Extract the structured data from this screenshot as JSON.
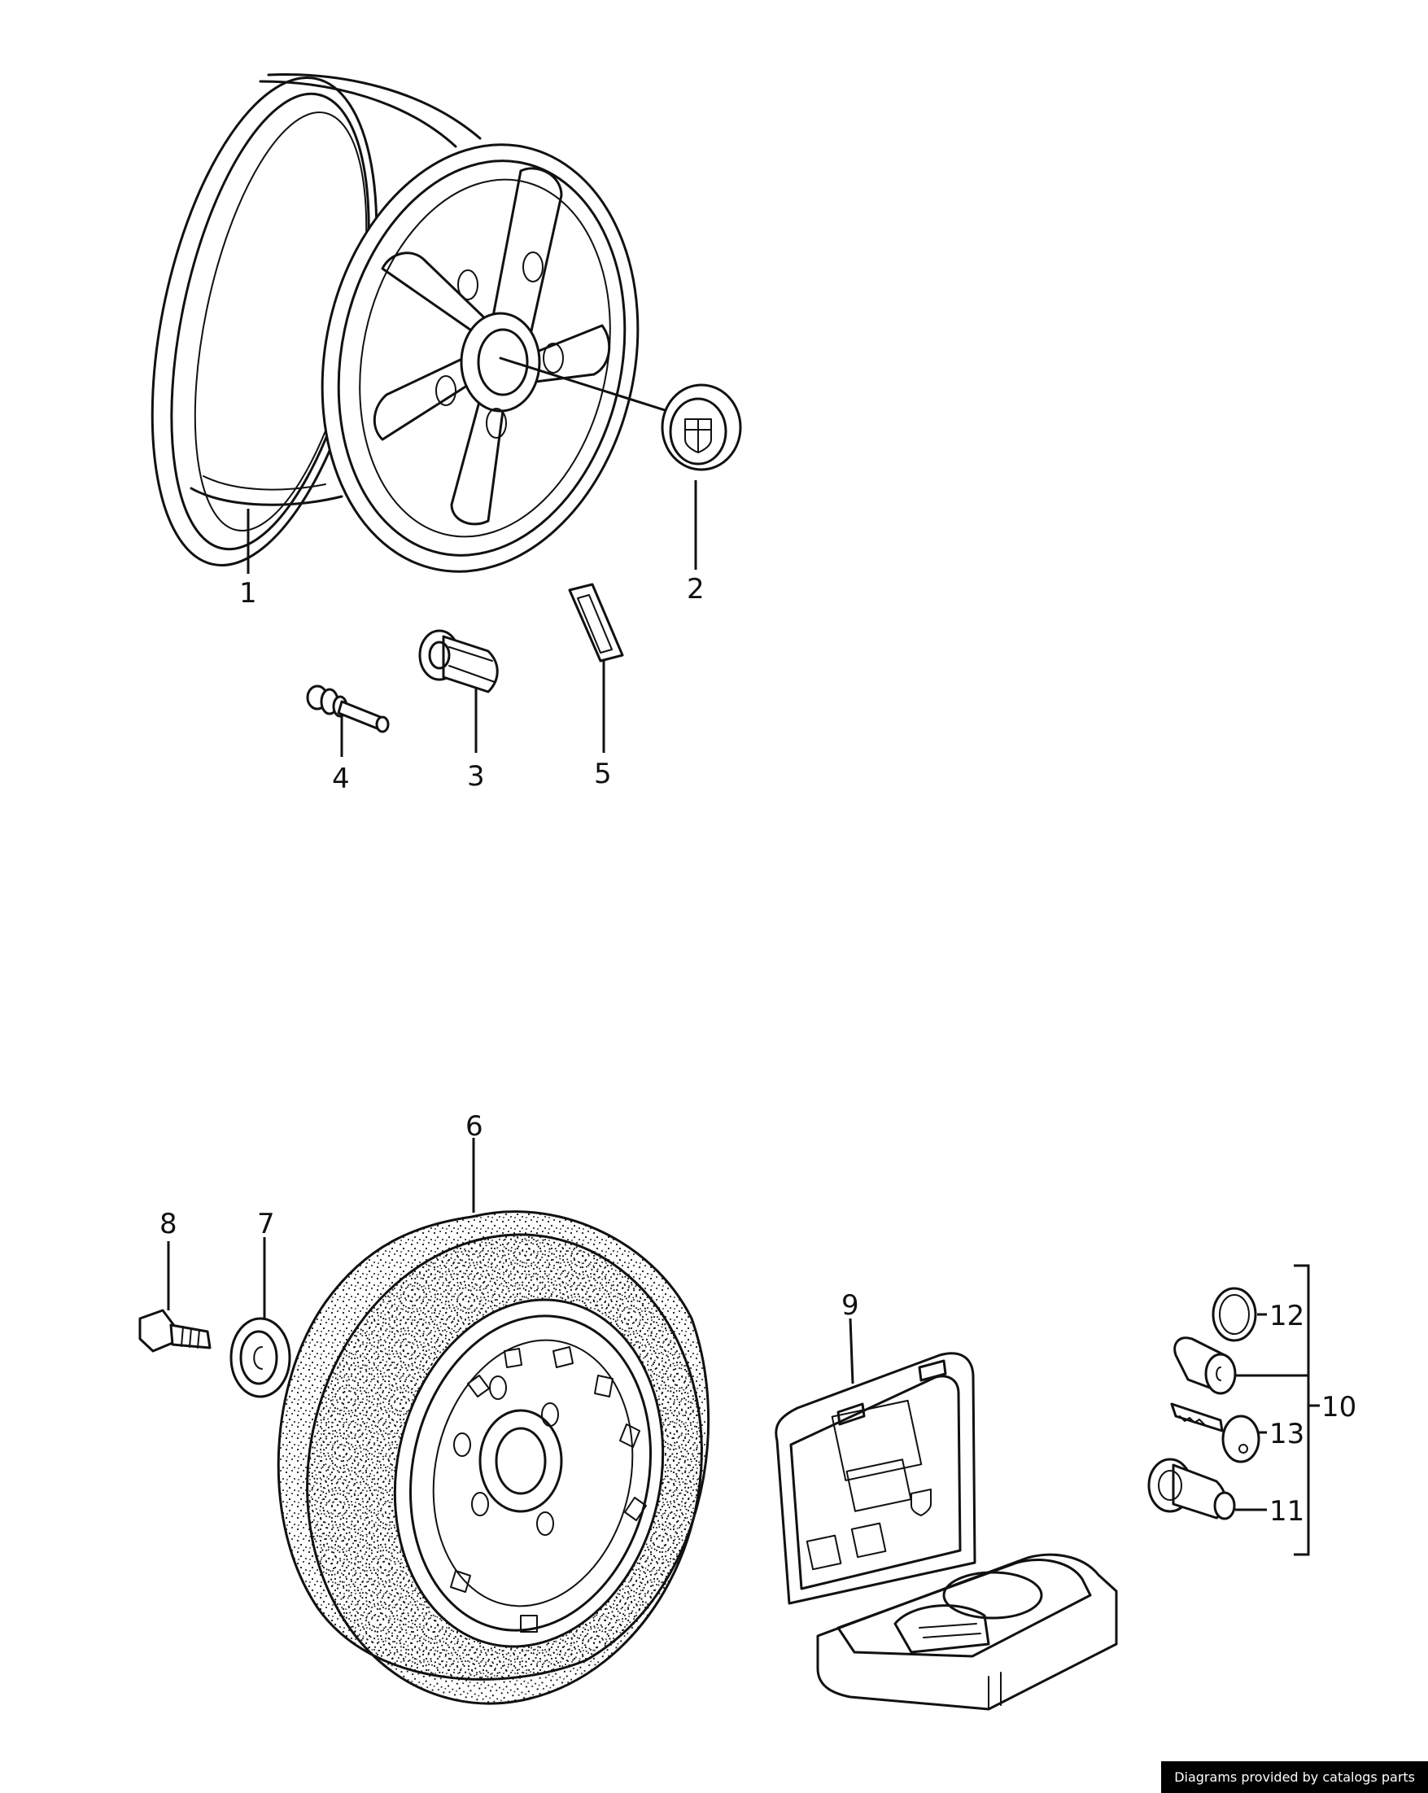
{
  "callouts": {
    "c1": "1",
    "c2": "2",
    "c3": "3",
    "c4": "4",
    "c5": "5",
    "c6": "6",
    "c7": "7",
    "c8": "8",
    "c9": "9",
    "c10": "10",
    "c11": "11",
    "c12": "12",
    "c13": "13"
  },
  "credit": "Diagrams provided by catalogs parts",
  "colors": {
    "ink": "#111111",
    "background": "#ffffff",
    "credit_bg": "#000000",
    "credit_text": "#ffffff"
  }
}
